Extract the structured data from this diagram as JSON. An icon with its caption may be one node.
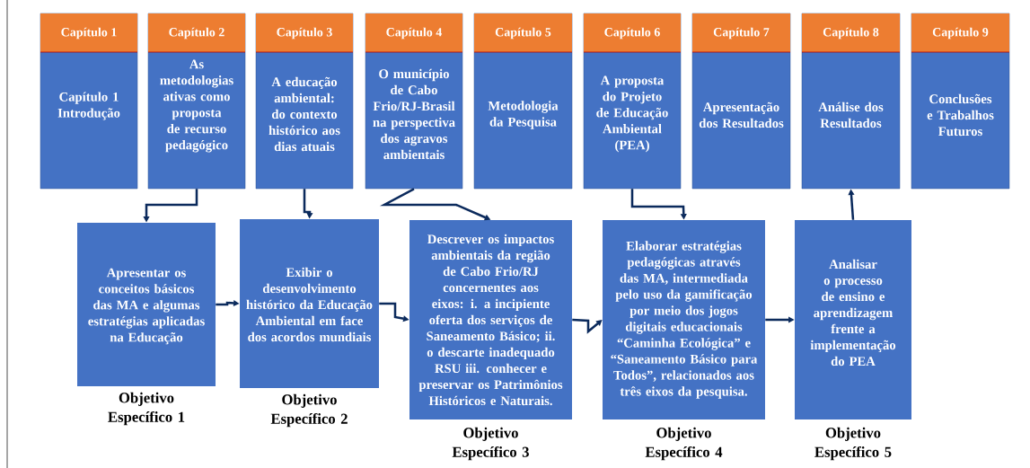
{
  "diagram": {
    "nodes": [
      {
        "text": [
          "Capítulo 1",
          "Capítulo 1 Introdução"
        ]
      },
      {
        "text": [
          "Capítulo 2",
          "As metodologias ativas como proposta de recurso pedagógico"
        ]
      },
      {
        "text": [
          "Capítulo 3",
          "A educação ambiental: do contexto histórico aos dias atuais"
        ]
      },
      {
        "text": [
          "Capítulo 4",
          "O município de Cabo Frio/RJ-Brasil na perspectiva dos agravos ambientais"
        ]
      },
      {
        "text": [
          "Capítulo 5",
          "Metodologia da Pesquisa"
        ]
      },
      {
        "text": [
          "Capítulo 6",
          "A proposta do Projeto de Educação Ambiental (PEA)"
        ]
      },
      {
        "text": [
          "Capítulo 7",
          "Apresentação dos Resultados"
        ]
      },
      {
        "text": [
          "Capítulo 8",
          "Análise dos Resultados"
        ]
      },
      {
        "text": [
          "Capítulo 9",
          "Conclusões e Trabalhos Futuros"
        ]
      },
      {
        "text": [
          "Apresentar os conceitos básicos das MA e algumas estratégias aplicadas na Educação"
        ],
        "beside": [
          "Objetivo Específico 1"
        ]
      },
      {
        "text": [
          "Exibir o desenvolvimento histórico da Educação Ambiental em face dos acordos mundiais"
        ],
        "beside": [
          "Objetivo Específico 2"
        ]
      },
      {
        "text": [
          "Descrever os impactos ambientais da região de Cabo Frio/RJ concernentes aos eixos: i. a incipiente oferta dos serviços de Saneamento Básico; ii. o descarte inadequado RSU iii. conhecer e preservar os Patrimônios Históricos e Naturais."
        ],
        "beside": [
          "Objetivo Específico 3"
        ]
      },
      {
        "text": [
          "Elaborar estratégias pedagógicas através das MA, intermediada pelo uso da gamificação por meio dos jogos digitais educacionais “Caminha Ecológica” e “Saneamento Básico para Todos”, relacionados aos três eixos da pesquisa."
        ],
        "beside": [
          "Objetivo Específico 4"
        ]
      },
      {
        "text": [
          "Analisar o processo de ensino e aprendizagem frente a implementação do PEA"
        ],
        "beside": [
          "Objetivo Específico 5"
        ]
      }
    ],
    "edges": [
      {
        "from": 1,
        "to": 9,
        "arrow": "to"
      },
      {
        "from": 2,
        "to": 10,
        "arrow": "to"
      },
      {
        "from": 3,
        "to": 11,
        "arrow": "to"
      },
      {
        "from": 5,
        "to": 12,
        "arrow": "to"
      },
      {
        "from": 13,
        "to": 7,
        "arrow": "to"
      },
      {
        "from": 9,
        "to": 10,
        "arrow": "to"
      },
      {
        "from": 10,
        "to": 11,
        "arrow": "to"
      },
      {
        "from": 11,
        "to": 12,
        "arrow": "to"
      },
      {
        "from": 12,
        "to": 13,
        "arrow": "to"
      }
    ]
  }
}
